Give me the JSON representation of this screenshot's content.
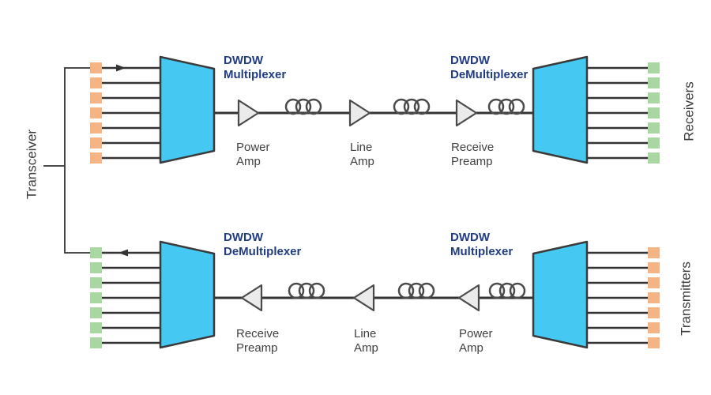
{
  "colors": {
    "background": "#ffffff",
    "mux-fill": "#45C8F1",
    "mux-stroke": "#3A3A3A",
    "wire": "#333333",
    "amp-fill": "#EBEBEB",
    "amp-stroke": "#4A4A4A",
    "coil-stroke": "#4A4A4A",
    "transmit-square": "#F4B484",
    "receive-square": "#A8D7A1",
    "label-navy": "#203C82",
    "label-gray": "#404040",
    "side-label": "#3B3B3B"
  },
  "labels": {
    "transceiver": "Transceiver",
    "receivers": "Receivers",
    "transmitters": "Transmitters"
  },
  "top_path": {
    "mux": {
      "line1": "DWDW",
      "line2": "Multiplexer"
    },
    "demux": {
      "line1": "DWDW",
      "line2": "DeMultiplexer"
    },
    "power_amp": {
      "line1": "Power",
      "line2": "Amp"
    },
    "line_amp": {
      "line1": "Line",
      "line2": "Amp"
    },
    "preamp": {
      "line1": "Receive",
      "line2": "Preamp"
    }
  },
  "bottom_path": {
    "demux": {
      "line1": "DWDW",
      "line2": "DeMultiplexer"
    },
    "mux": {
      "line1": "DWDW",
      "line2": "Multiplexer"
    },
    "preamp": {
      "line1": "Receive",
      "line2": "Preamp"
    },
    "line_amp": {
      "line1": "Line",
      "line2": "Amp"
    },
    "power_amp": {
      "line1": "Power",
      "line2": "Amp"
    }
  },
  "structure": {
    "channels_per_group": 7,
    "fiber_loops_per_coil": 3,
    "amplifiers_per_path": 3
  }
}
